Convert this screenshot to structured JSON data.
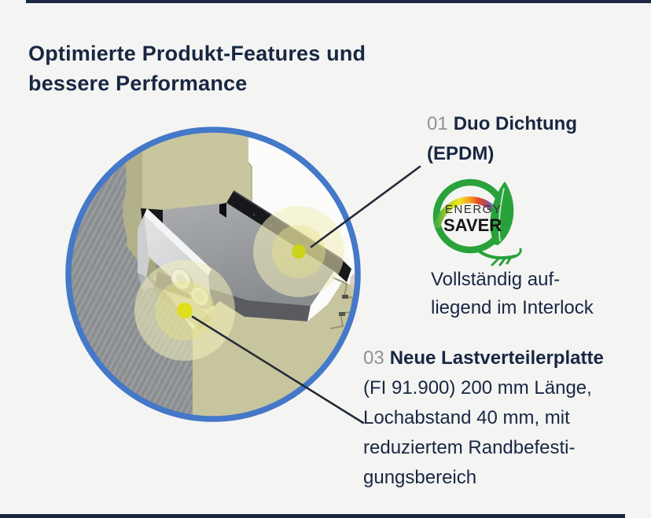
{
  "theme": {
    "bg": "#f4f4f3",
    "bar": "#1b2742",
    "navy": "#182742",
    "gray_number": "#8d929b",
    "ring_blue": "#4478c8",
    "marker_yellow": "#d6d81f",
    "logo_green": "#2aa23c"
  },
  "heading": {
    "line1": "Optimierte Produkt-Features und",
    "line2": "bessere Performance"
  },
  "callout_01": {
    "number": "01",
    "title": "Duo Dichtung",
    "title_line2": "(EPDM)"
  },
  "energy_logo": {
    "word1": "ENERGY",
    "word2": "SAVER"
  },
  "interlock_note": {
    "line1": "Vollständig auf-",
    "line2": "liegend im Interlock"
  },
  "callout_03": {
    "number": "03",
    "title": "Neue Lastverteilerplatte",
    "body_lines": [
      "(FI 91.900) 200 mm Länge,",
      "Lochabstand 40 mm, mit",
      "reduziertem Randbefesti-",
      "gungsbereich"
    ]
  }
}
